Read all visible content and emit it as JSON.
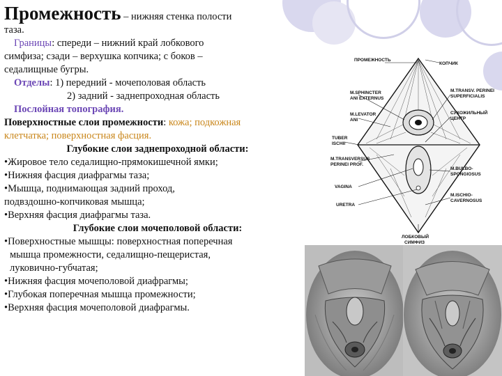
{
  "heading": {
    "title": "Промежность",
    "title_rest": " – нижняя стенка полости",
    "title_cont": "таза."
  },
  "borders": {
    "label": "Границы",
    "text1": ": спереди – нижний край лобкового",
    "text2": "симфиза; сзади – верхушка копчика; с боков –",
    "text3": "седалищные бугры."
  },
  "sections": {
    "label": "Отделы",
    "text1": ": 1) передний - мочеполовая область",
    "text2": "2) задний - заднепроходная область"
  },
  "topography": "Послойная топография.",
  "superficial": {
    "label": "Поверхностные слои промежности",
    "colon": ": ",
    "value1": "кожа; подкожная",
    "value2": "клетчатка; поверхностная фасция."
  },
  "anal_heading": "Глубокие слои заднепроходной области:",
  "anal_items": [
    "•Жировое тело седалищно-прямокишечной ямки;",
    "•Нижняя фасция диафрагмы таза;",
    "•Мышца, поднимающая задний проход,",
    "подвздошно-копчиковая мышца;",
    "•Верхняя фасция диафрагмы таза."
  ],
  "uro_heading": "Глубокие слои мочеполовой области:",
  "uro_items": [
    "•Поверхностные мышцы: поверхностная поперечная",
    "мышца промежности, седалищно-пещеристая,",
    "луковично-губчатая;",
    "•Нижняя фасция мочеполовой диафрагмы;",
    "•Глубокая поперечная мышца промежности;",
    "•Верхняя фасция мочеполовой диафрагмы."
  ],
  "diagram_labels": {
    "top_left": "ПРОМЕЖНОСТЬ",
    "top_right": "КОПЧИК",
    "l1a": "M.SPHINCTER",
    "l1b": "ANI EXTERNUS",
    "l2a": "M.LEVATOR",
    "l2b": "ANI",
    "l3a": "TUBER",
    "l3b": "ISCHII",
    "l4a": "M.TRANSVERSUS",
    "l4b": "PERINEI PROF.",
    "l5": "VAGINA",
    "l6": "URETRA",
    "r1a": "M.TRANSV. PERINEI",
    "r1b": "SUPERFICIALIS",
    "r2a": "СУХОЖИЛЬНЫЙ",
    "r2b": "ЦЕНТР",
    "r3a": "M.BULBO-",
    "r3b": "SPONGIOSUS",
    "r4a": "M.ISCHIO-",
    "r4b": "CAVERNOSUS",
    "bottom_a": "ЛОБКОВЫЙ",
    "bottom_b": "СИМФИЗ"
  },
  "colors": {
    "accent_purple": "#6b46b5",
    "accent_orange": "#c9861a",
    "decor_circle": "#d9d8ee"
  }
}
